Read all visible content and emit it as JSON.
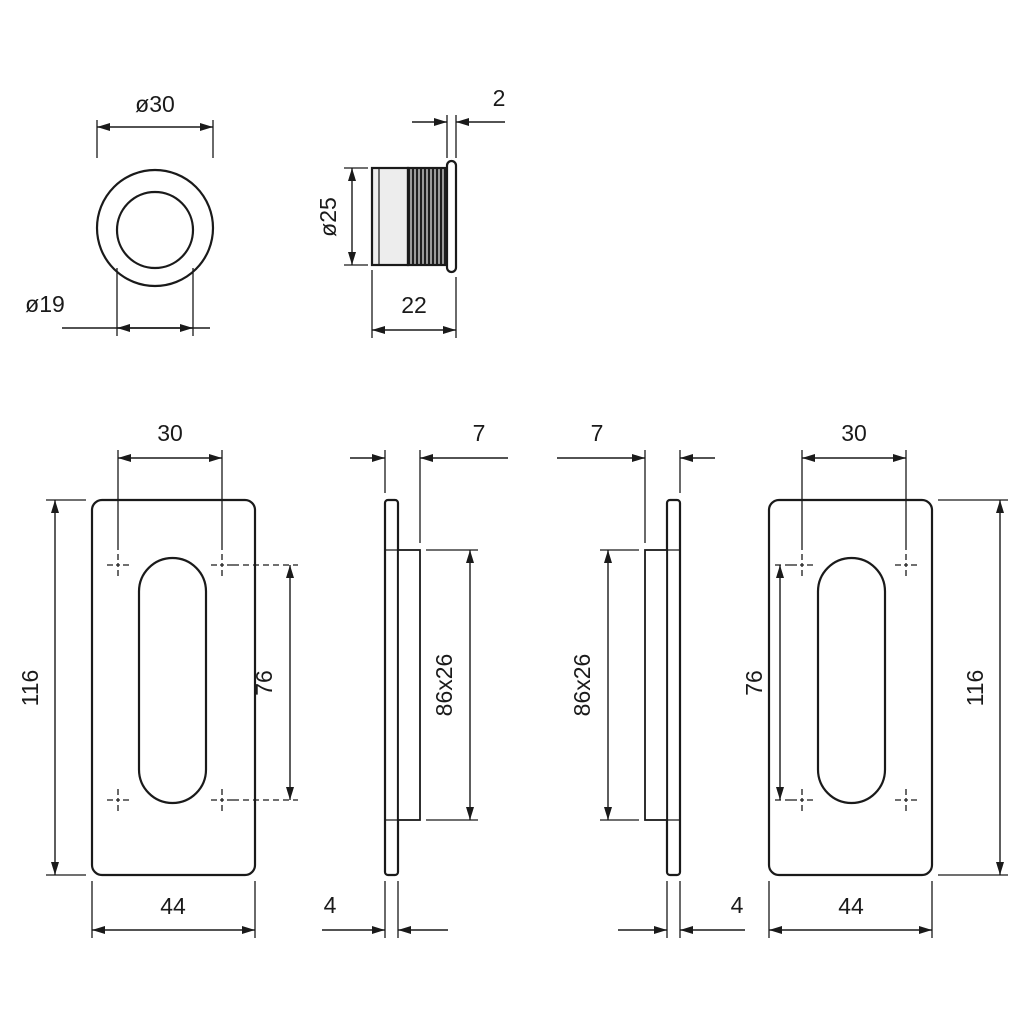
{
  "drawing": {
    "background": "#ffffff",
    "stroke_color": "#1a1a1a",
    "views": {
      "circle_front": {
        "outer_dia": "ø30",
        "inner_dia": "ø19"
      },
      "circle_side": {
        "diameter": "ø25",
        "flange": "2",
        "length": "22"
      },
      "front_left": {
        "holes_h": "30",
        "height": "116",
        "holes_v": "76",
        "width": "44"
      },
      "side_left": {
        "depth": "7",
        "recess": "86x26",
        "thickness": "4"
      },
      "side_right": {
        "depth": "7",
        "recess": "86x26",
        "thickness": "4"
      },
      "front_right": {
        "holes_h": "30",
        "height": "116",
        "holes_v": "76",
        "width": "44"
      }
    }
  }
}
